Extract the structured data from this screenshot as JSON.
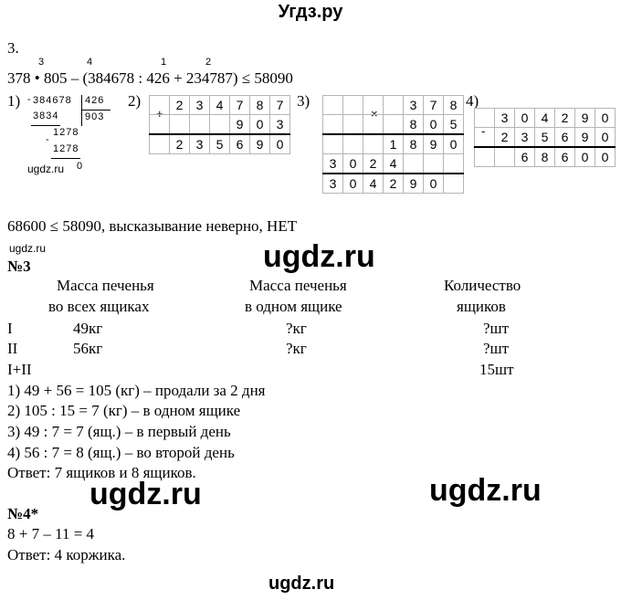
{
  "site_title": "Угдз.ру",
  "task_3_label": "3.",
  "order_marks": [
    "3",
    "4",
    "1",
    "2"
  ],
  "expression": "378 • 805 – (384678 : 426 + 234787) ≤ 58090",
  "step_labels": [
    "1)",
    "2)",
    "3)",
    "4)"
  ],
  "division": {
    "dividend": "384678",
    "divisor": "426",
    "quotient": "903",
    "sub1": "3834",
    "rem1": "1278",
    "sub2": "1278",
    "remainder": "0",
    "minus": "-"
  },
  "addition": {
    "sign": "+",
    "row1": [
      "2",
      "3",
      "4",
      "7",
      "8",
      "7"
    ],
    "row2": [
      "",
      "",
      "",
      "9",
      "0",
      "3"
    ],
    "result": [
      "2",
      "3",
      "5",
      "6",
      "9",
      "0"
    ]
  },
  "multiplication": {
    "sign": "×",
    "row1": [
      "",
      "",
      "",
      "",
      "3",
      "7",
      "8"
    ],
    "row2": [
      "",
      "",
      "",
      "",
      "8",
      "0",
      "5"
    ],
    "partial1": [
      "",
      "",
      "",
      "1",
      "8",
      "9",
      "0"
    ],
    "partial2": [
      "3",
      "0",
      "2",
      "4",
      "",
      "",
      ""
    ],
    "result": [
      "3",
      "0",
      "4",
      "2",
      "9",
      "0",
      ""
    ]
  },
  "subtraction": {
    "sign": "-",
    "row1": [
      "3",
      "0",
      "4",
      "2",
      "9",
      "0"
    ],
    "row2": [
      "2",
      "3",
      "5",
      "6",
      "9",
      "0"
    ],
    "result": [
      "",
      "6",
      "8",
      "6",
      "0",
      "0"
    ]
  },
  "watermarks": [
    "ugdz.ru",
    "ugdz.ru",
    "ugdz.ru",
    "ugdz.ru",
    "ugdz.ru",
    "ugdz.ru"
  ],
  "conclusion": "68600 ≤ 58090, высказывание неверно, НЕТ",
  "task_3_heading": "№3",
  "table_headers": {
    "col1_line1": "Масса печенья",
    "col1_line2": "во всех ящиках",
    "col2_line1": "Масса печенья",
    "col2_line2": "в одном ящике",
    "col3_line1": "Количество",
    "col3_line2": "ящиков"
  },
  "table_rows": [
    {
      "label": "I",
      "total": "49кг",
      "one": "?кг",
      "count": "?шт"
    },
    {
      "label": "II",
      "total": "56кг",
      "one": "?кг",
      "count": "?шт"
    },
    {
      "label": "I+II",
      "total": "",
      "one": "",
      "count": "15шт"
    }
  ],
  "solution_steps": [
    "1) 49 + 56 = 105 (кг) – продали за 2 дня",
    "2) 105 : 15 = 7 (кг) – в одном ящике",
    "3) 49 : 7 = 7 (ящ.) – в первый день",
    "4) 56 : 7 = 8 (ящ.) – во второй день"
  ],
  "answer_3": "Ответ: 7 ящиков и 8 ящиков.",
  "task_4_heading": "№4*",
  "task_4_equation": "8 + 7 – 11 = 4",
  "answer_4": "Ответ: 4 коржика."
}
